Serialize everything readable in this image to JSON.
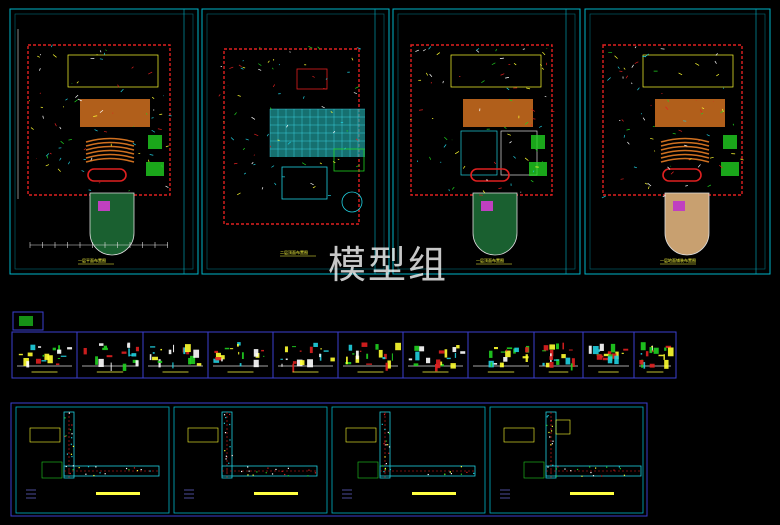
{
  "watermark": {
    "text": "模型组",
    "color": "#ffffff"
  },
  "colors": {
    "frame_outer": "#00b4c8",
    "frame_inner": "#3b3fd0",
    "title_text": "#ffff40",
    "wall_red": "#e02020",
    "line_yellow": "#ffff30",
    "line_green": "#20d020",
    "line_cyan": "#20d0e0",
    "fill_orange": "#d07020",
    "fill_tan": "#c8a070",
    "fill_teal": "#20a0a0"
  },
  "sheets": [
    {
      "id": "plan-1",
      "title": "一层平面布置图"
    },
    {
      "id": "plan-2",
      "title": "二层顶面布置图"
    },
    {
      "id": "plan-3",
      "title": "一层顶面布置图"
    },
    {
      "id": "plan-4",
      "title": "一层地面铺装布置图"
    }
  ],
  "elevations": [
    {
      "id": "elev-1"
    },
    {
      "id": "elev-2"
    },
    {
      "id": "elev-3"
    },
    {
      "id": "elev-4"
    },
    {
      "id": "elev-5"
    },
    {
      "id": "elev-6"
    },
    {
      "id": "elev-7"
    },
    {
      "id": "elev-8"
    },
    {
      "id": "elev-9"
    },
    {
      "id": "elev-10"
    },
    {
      "id": "elev-11"
    }
  ],
  "corridor_plans": [
    {
      "id": "corridor-1"
    },
    {
      "id": "corridor-2"
    },
    {
      "id": "corridor-3"
    },
    {
      "id": "corridor-4"
    }
  ]
}
